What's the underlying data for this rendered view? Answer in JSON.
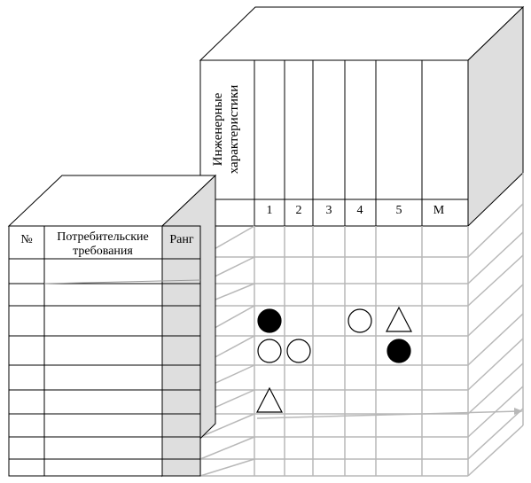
{
  "roof": {
    "vertical_title_line1": "Инженерные",
    "vertical_title_line2": "характеристики",
    "column_numbers": [
      "1",
      "2",
      "3",
      "4",
      "5",
      "М"
    ]
  },
  "left_table": {
    "header_no": "№",
    "header_requirements_line1": "Потребительские",
    "header_requirements_line2": "требования",
    "header_rank": "Ранг"
  },
  "matrix": {
    "symbols": [
      {
        "row": 3,
        "col": 1,
        "type": "filled-circle"
      },
      {
        "row": 3,
        "col": 4,
        "type": "open-circle"
      },
      {
        "row": 3,
        "col": 5,
        "type": "triangle"
      },
      {
        "row": 4,
        "col": 1,
        "type": "open-circle"
      },
      {
        "row": 4,
        "col": 2,
        "type": "open-circle"
      },
      {
        "row": 4,
        "col": 5,
        "type": "filled-circle"
      },
      {
        "row": 6,
        "col": 1,
        "type": "triangle"
      }
    ]
  },
  "colors": {
    "line": "#000000",
    "grid": "#b8b8b8",
    "shade": "#dedede"
  }
}
